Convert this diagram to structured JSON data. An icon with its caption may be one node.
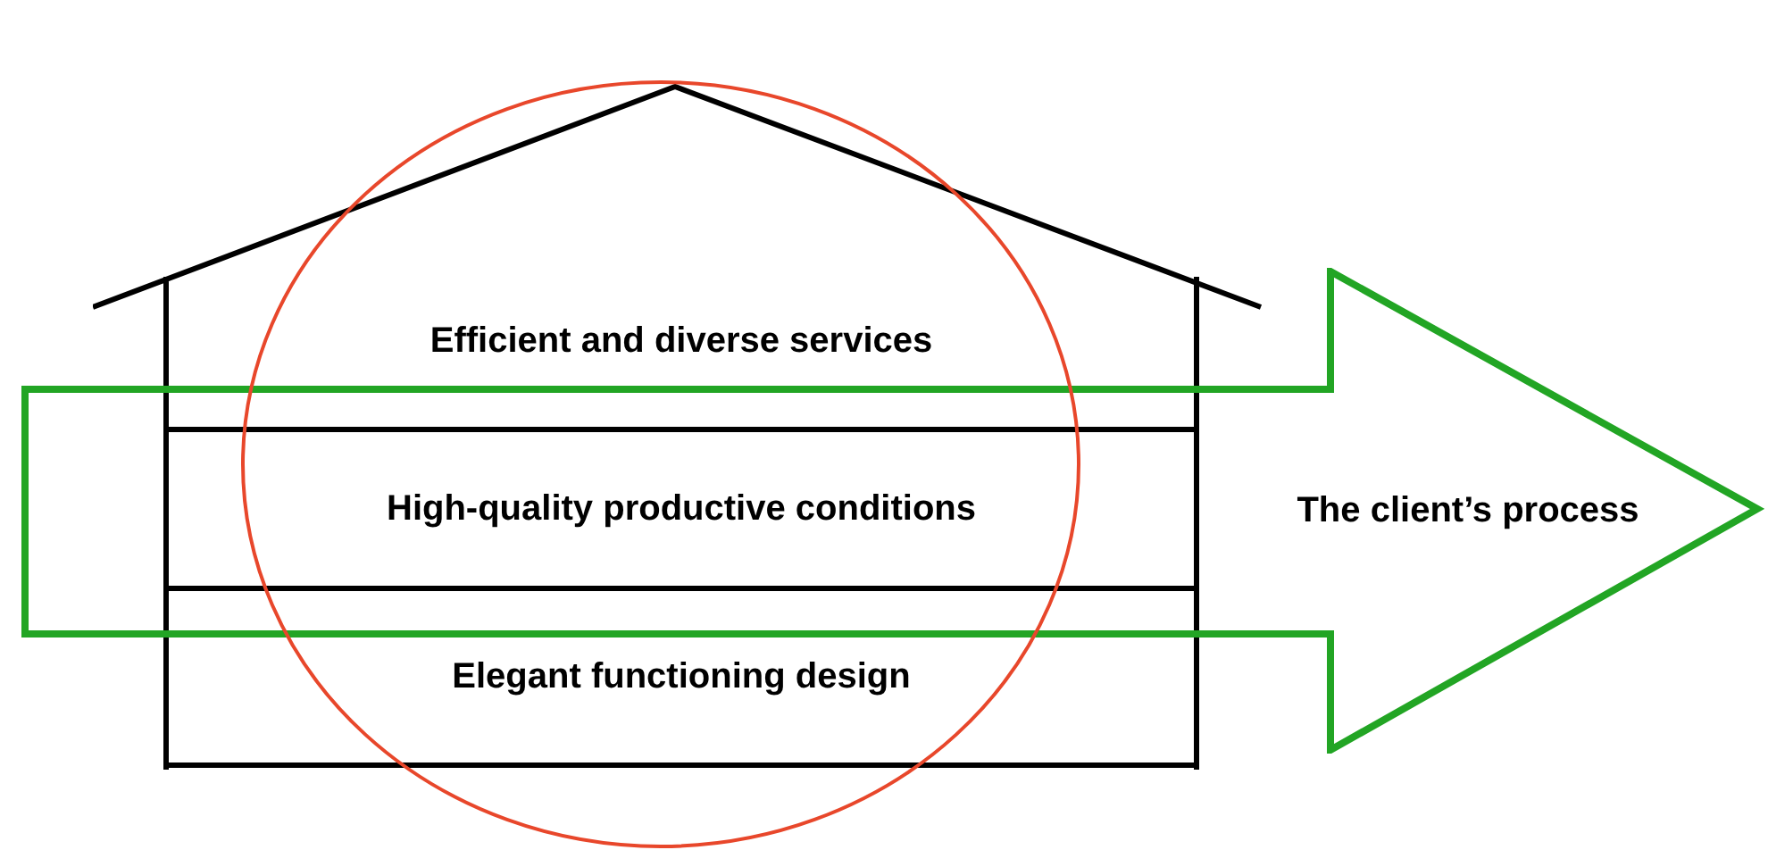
{
  "diagram": {
    "nodes": [
      {
        "text": [],
        "shape": "house"
      },
      {
        "text": [
          "Efficient and diverse services"
        ],
        "in": 0
      },
      {
        "text": [
          "High-quality productive conditions"
        ]
      },
      {
        "text": [
          "Elegant functioning design"
        ],
        "in": 0
      },
      {
        "text": [
          "The client’s process"
        ]
      }
    ]
  }
}
